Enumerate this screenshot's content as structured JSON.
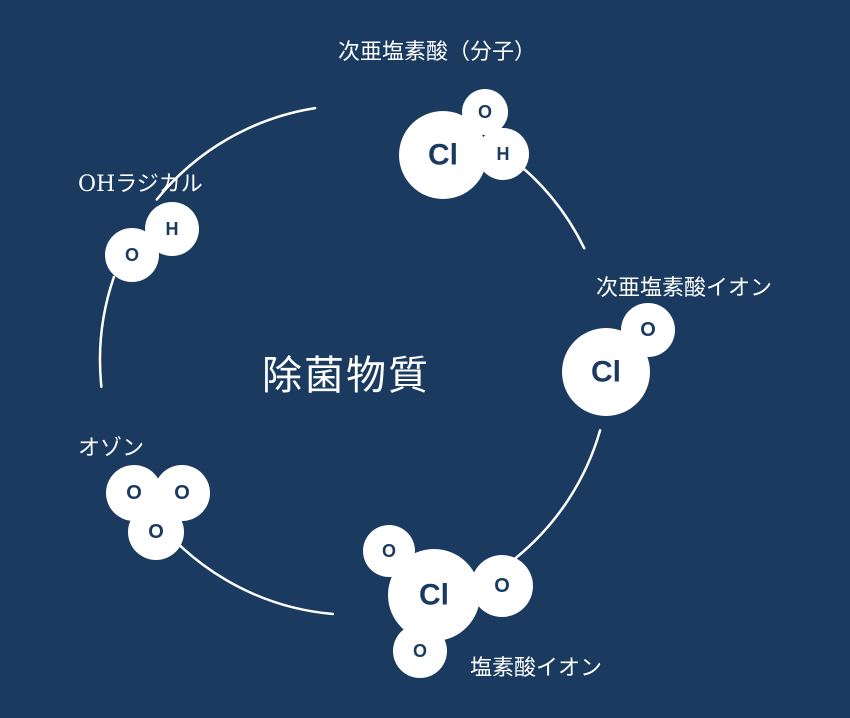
{
  "diagram": {
    "center_label": "除菌物質",
    "colors": {
      "background": "#1a3a60",
      "atom": "#ffffff",
      "atom_text": "#1a3a60",
      "ring": "#ffffff"
    },
    "molecules": [
      {
        "id": "hypochlorous-acid",
        "label": "次亜塩素酸（分子）",
        "atoms": [
          "Cl",
          "O",
          "H"
        ]
      },
      {
        "id": "hypochlorite-ion",
        "label": "次亜塩素酸イオン",
        "atoms": [
          "Cl",
          "O"
        ]
      },
      {
        "id": "chlorate-ion",
        "label": "塩素酸イオン",
        "atoms": [
          "Cl",
          "O",
          "O",
          "O"
        ]
      },
      {
        "id": "ozone",
        "label": "オゾン",
        "atoms": [
          "O",
          "O",
          "O"
        ]
      },
      {
        "id": "oh-radical",
        "label": "OHラジカル",
        "atoms": [
          "O",
          "H"
        ]
      }
    ]
  }
}
